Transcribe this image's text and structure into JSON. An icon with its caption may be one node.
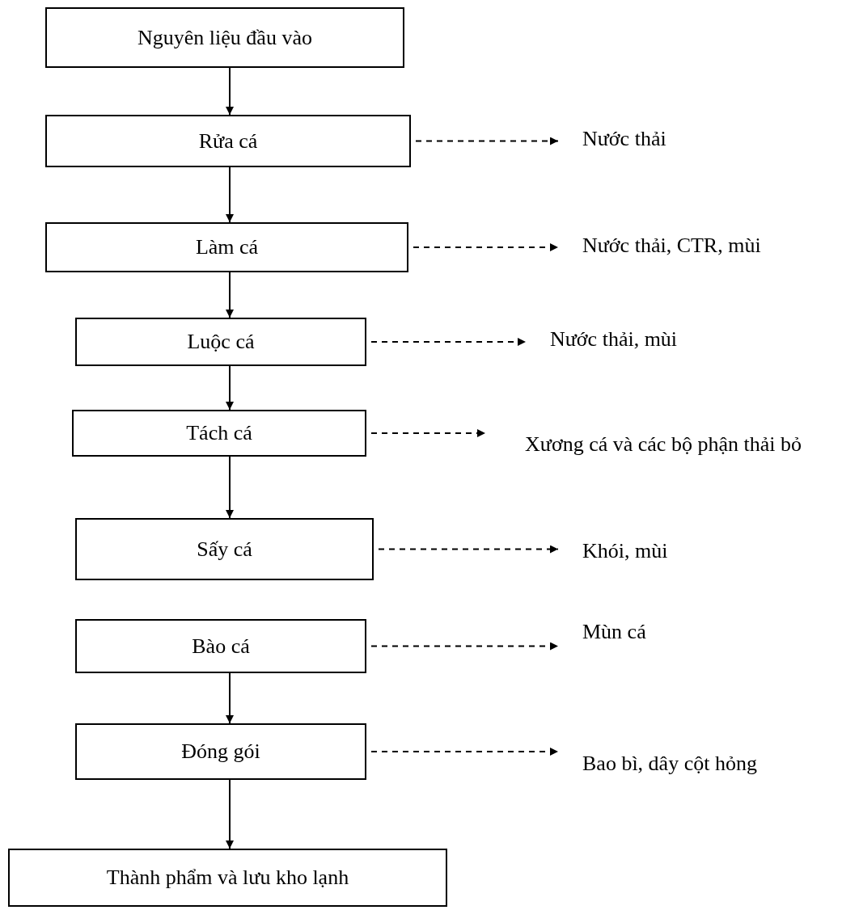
{
  "diagram": {
    "nodes": [
      {
        "text": [
          "Nguyên liệu đầu vào"
        ]
      },
      {
        "text": [
          "Rửa cá"
        ]
      },
      {
        "text": [
          "Làm cá"
        ]
      },
      {
        "text": [
          "Luộc cá"
        ]
      },
      {
        "text": [
          "Tách cá"
        ]
      },
      {
        "text": [
          "Sấy cá"
        ]
      },
      {
        "text": [
          "Bào cá"
        ]
      },
      {
        "text": [
          "Đóng gói"
        ]
      },
      {
        "text": [
          "Thành phẩm và lưu kho lạnh"
        ]
      },
      {
        "text": [
          "Nước thải"
        ]
      },
      {
        "text": [
          "Nước thải, CTR, mùi"
        ]
      },
      {
        "text": [
          "Nước thải, mùi"
        ]
      },
      {
        "text": [
          "Xương cá và các bộ phận thải bỏ"
        ]
      },
      {
        "text": [
          "Khói, mùi"
        ]
      },
      {
        "text": [
          "Mùn cá"
        ]
      },
      {
        "text": [
          "Bao bì, dây cột hỏng"
        ]
      }
    ],
    "edges": [
      {
        "from": 0,
        "to": 1,
        "arrow": "to"
      },
      {
        "from": 1,
        "to": 2,
        "arrow": "to"
      },
      {
        "from": 2,
        "to": 3,
        "arrow": "to"
      },
      {
        "from": 3,
        "to": 4,
        "arrow": "to"
      },
      {
        "from": 4,
        "to": 5,
        "arrow": "to"
      },
      {
        "from": 6,
        "to": 7,
        "arrow": "to"
      },
      {
        "from": 7,
        "to": 8,
        "arrow": "to"
      },
      {
        "from": 1,
        "to": 9,
        "arrow": "to",
        "style": "dashed"
      },
      {
        "from": 2,
        "to": 10,
        "arrow": "to",
        "style": "dashed"
      },
      {
        "from": 3,
        "to": 11,
        "arrow": "to",
        "style": "dashed"
      },
      {
        "from": 4,
        "to": 12,
        "arrow": "to",
        "style": "dashed"
      },
      {
        "from": 5,
        "to": 13,
        "arrow": "to",
        "style": "dashed"
      },
      {
        "from": 6,
        "to": 14,
        "arrow": "to",
        "style": "dashed"
      },
      {
        "from": 7,
        "to": 15,
        "arrow": "to",
        "style": "dashed"
      }
    ]
  }
}
